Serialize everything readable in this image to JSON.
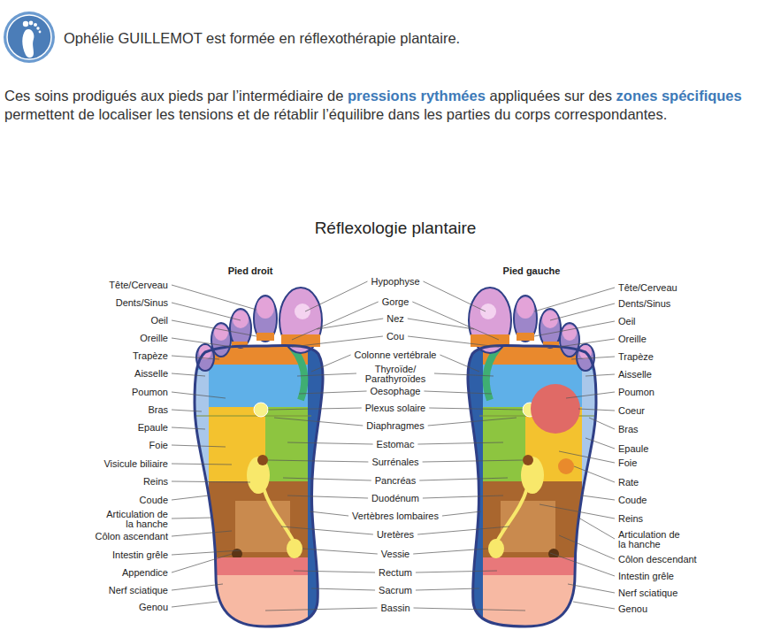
{
  "diagram": {
    "title": "Réflexologie plantaire",
    "labels": [
      "Ophélie GUILLEMOT est formée en réflexothérapie plantaire.",
      "Ces soins prodigués aux pieds par l’intermédiaire de",
      "pressions rythmées",
      "appliquées sur des",
      "zones spécifiques",
      "permettent de localiser les tensions et de rétablir l’équilibre dans les parties du corps correspondantes.",
      "Pied droit",
      "Pied gauche",
      "Tête/Cerveau",
      "Dents/Sinus",
      "Oeil",
      "Oreille",
      "Trapèze",
      "Aisselle",
      "Poumon",
      "Bras",
      "Epaule",
      "Foie",
      "Visicule biliaire",
      "Reins",
      "Coude",
      "Articulation de la hanche",
      "Côlon ascendant",
      "Intestin grêle",
      "Appendice",
      "Nerf sciatique",
      "Genou",
      "Hypophyse",
      "Gorge",
      "Nez",
      "Cou",
      "Colonne vertébrale",
      "Thyroïde/ Parathyroïdes",
      "Oesophage",
      "Plexus solaire",
      "Diaphragmes",
      "Estomac",
      "Surrénales",
      "Pancréas",
      "Duodénum",
      "Vertèbres lombaires",
      "Uretères",
      "Vessie",
      "Rectum",
      "Sacrum",
      "Bassin",
      "Tête/Cerveau",
      "Dents/Sinus",
      "Oeil",
      "Oreille",
      "Trapèze",
      "Aisselle",
      "Poumon",
      "Coeur",
      "Bras",
      "Epaule",
      "Foie",
      "Rate",
      "Coude",
      "Reins",
      "Articulation de la hanche",
      "Côlon descendant",
      "Intestin grêle",
      "Nerf sciatique",
      "Genou"
    ]
  }
}
